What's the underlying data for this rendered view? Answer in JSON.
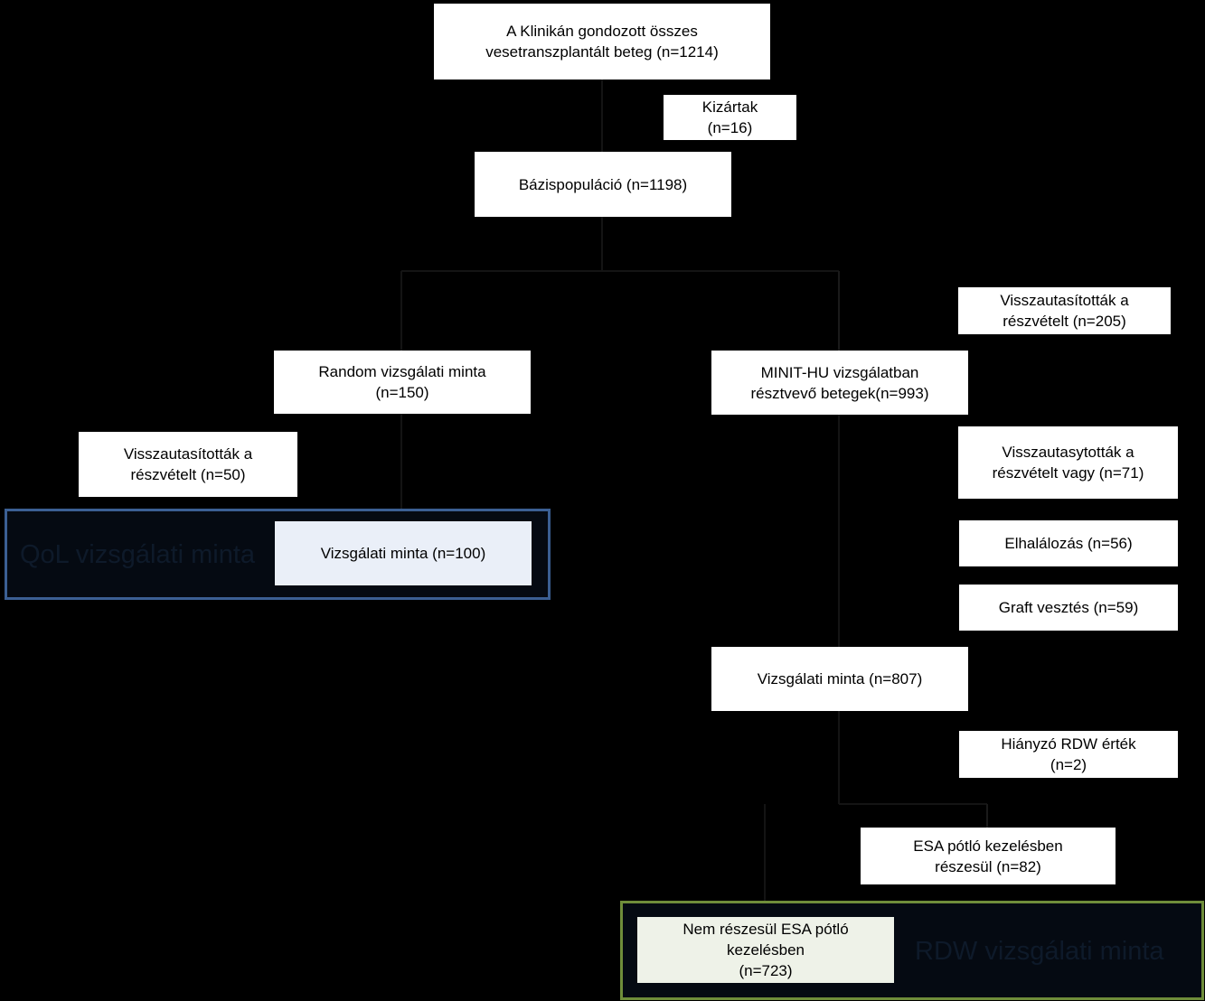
{
  "diagram": {
    "colors": {
      "background": "#000000",
      "box_fill": "#ffffff",
      "box_text": "#000000",
      "qol_frame_border": "#3b5f93",
      "qol_highlight_fill": "#eaeff8",
      "rdw_frame_border": "#6f8d3a",
      "rdw_highlight_fill": "#eef2e8",
      "group_label_text": "#0e1a2a"
    },
    "boxes": {
      "total_patients": "A Klinikán gondozott összes\nvesetranszplantált beteg (n=1214)",
      "excluded": "Kizártak\n(n=16)",
      "base_population": "Bázispopuláció (n=1198)",
      "refused_right_top": "Visszautasították a\nrészvételt (n=205)",
      "random_sample": "Random vizsgálati minta\n(n=150)",
      "minit_hu": "MINIT-HU vizsgálatban\nrésztvevő betegek(n=993)",
      "refused_left": "Visszautasították a\nrészvételt (n=50)",
      "refused_right_mid": "Visszautasytották a\nrészvételt vagy (n=71)",
      "qol_sample": "Vizsgálati minta (n=100)",
      "death": "Elhalálozás (n=56)",
      "graft_loss": "Graft vesztés (n=59)",
      "study_sample_807": "Vizsgálati minta (n=807)",
      "missing_rdw": "Hiányzó  RDW érték\n(n=2)",
      "esa_treated": "ESA pótló kezelésben\nrészesül (n=82)",
      "no_esa": "Nem részesül ESA pótló\nkezelésben\n(n=723)"
    },
    "groups": {
      "qol_label": "QoL vizsgálati minta",
      "rdw_label": "RDW vizsgálati minta"
    }
  }
}
